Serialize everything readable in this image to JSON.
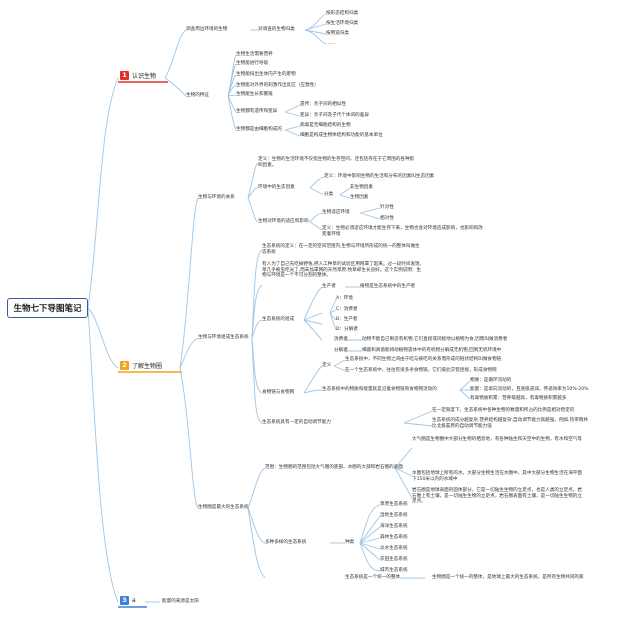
{
  "root": "生物七下导图笔记",
  "branch1": {
    "num": "1",
    "label": "认识生物",
    "n1": "调查周边环境的生物",
    "n1a": "对调查的生物归类",
    "n1a1": "按形态结构归类",
    "n1a2": "按生活环境归类",
    "n1a3": "按用途归类",
    "n1a4": "……",
    "n2": "生物的特征",
    "n2a": "生物生活需要营养",
    "n2b": "生物能进行呼吸",
    "n2c": "生物能排出生体内产生的废物",
    "n2d": "生物能对外界的刺激作出反应（应激性）",
    "n2e": "生物能生长和繁殖",
    "n2f": "生物都有遗传和变异",
    "n2f1": "遗传：亲子间的相似性",
    "n2f2": "变异：亲子间及子代个体间的差异",
    "n2g": "生物都是由细胞构成的",
    "n2g1": "病毒是无细胞结构的生物",
    "n2g2": "细胞是构成生物体结构和功能的基本单位"
  },
  "branch2": {
    "num": "2",
    "label": "了解生物圈",
    "s1": "生物与环境的关系",
    "s1a": "定义：生物的生活环境不仅指生物的生存空间，还包括存在于它周围的各种影响因素。",
    "s1b": "环境中的生态因素",
    "s1b1": "定义：环境中影响生物的生活和分布的因素叫生态因素",
    "s1b2": "分类",
    "s1b2a": "非生物因素",
    "s1b2b": "生物因素",
    "s1c": "生物对环境的适应和影响",
    "s1c1": "生物适应环境",
    "s1c1a": "针对性",
    "s1c1b": "相对性",
    "s1c2": "定义：生物必须适应环境才能生存下来，生物也会对环境造成影响，也影响和改变着环境",
    "s2": "生物与环境组成生态系统",
    "s2a": "生态系统的定义：在一定的空间范围内,生物与环境所形成的统一的整体叫做生态系统",
    "s2b": "有人为了自己先吃掉野兔,把入工种草的试验区用网罩了起来。过一段时间发现,草几乎被虫吃光了,而未加罩网的天然草原,牧草却生长良好。这个实例说明：生物与环境是一个不可分割的整体。",
    "s2c": "生态系统的组成",
    "s2c1": "生产者",
    "s2c1a": "植物是生态系统中的生产者",
    "s2c2": "A：环境",
    "s2c3": "C：消费者",
    "s2c4": "B：生产者",
    "s2c5": "D：分解者",
    "s2c6": "消费者",
    "s2c6a": "动物不能自己制造有机物,它们直接或间接地以植物为食,因而叫做消费者",
    "s2c7": "分解者",
    "s2c7a": "细菌和真菌能将动植物遗体中的有机物分解成无机物,回到无机环境中",
    "s2d": "食物链与食物网",
    "s2d1": "定义",
    "s2d1a": "生态系统中，不同生物之间由于吃与被吃的关系而形成的链状结构叫做食物链",
    "s2d1b": "在一个生态系统中，往往有很多条食物链，它们彼此交错连接，形成食物网",
    "s2d2": "生态系统中的物质和能量就是沿着食物链和食物网流动的",
    "s2d2a": "物质：是循环流动的",
    "s2d2b": "能量：是单向流动的，且逐级递减，传递效率为10%-20%",
    "s2d2c": "有毒物质积累：营养级越高，有毒物质积累越多",
    "s2e": "生态系统具有一定的自动调节能力",
    "s2e1": "在一定限度下，生态系统中各种生物的数量和所占的比例是相对稳定的",
    "s2e2": "生态系统的成分越复杂,营养结构越复杂,自动调节能力就越强。例如,热带雨林比北极苔原的自动调节能力强",
    "s3": "生物圈是最大的生态系统",
    "s3a": "范围：生物圈的范围包括大气圈的底部、水圈的大部和岩石圈的表面",
    "s3a1": "大气圈是生物圈中大部分生物的栖息地，有各种陆生和天空中的生物，有水和空气等",
    "s3a2": "水圈包括地球上所有的水，大部分生物生活在水圈中，其中大部分生物生活在海平面下150米以内的水域中",
    "s3a3": "岩石圈是地球表面的固体部分，它是一切陆生生物的立足点，也是人类的立足点，岩石圈上有土壤，是一切陆生生物的立足点，岩石圈表面有土壤，是一切陆生生物的立足点。",
    "s3b": "多种多样的生态系统",
    "s3b1": "种类",
    "s3b1a": "草原生态系统",
    "s3b1b": "湿地生态系统",
    "s3b1c": "海洋生态系统",
    "s3b1d": "森林生态系统",
    "s3b1e": "淡水生态系统",
    "s3b1f": "农田生态系统",
    "s3b1g": "城市生态系统",
    "s3c": "生态系统是一个统一的整体",
    "s3c1": "生物圈是一个统一的整体，是地球上最大的生态系统，是所有生物共同的家"
  },
  "branch3": {
    "num": "3",
    "label": "a",
    "n1": "能量的来源是太阳"
  },
  "colors": {
    "line": "#9ec5e6",
    "branch1": "#e0342a",
    "branch2": "#f2a51c",
    "branch3": "#3f7fd6"
  }
}
